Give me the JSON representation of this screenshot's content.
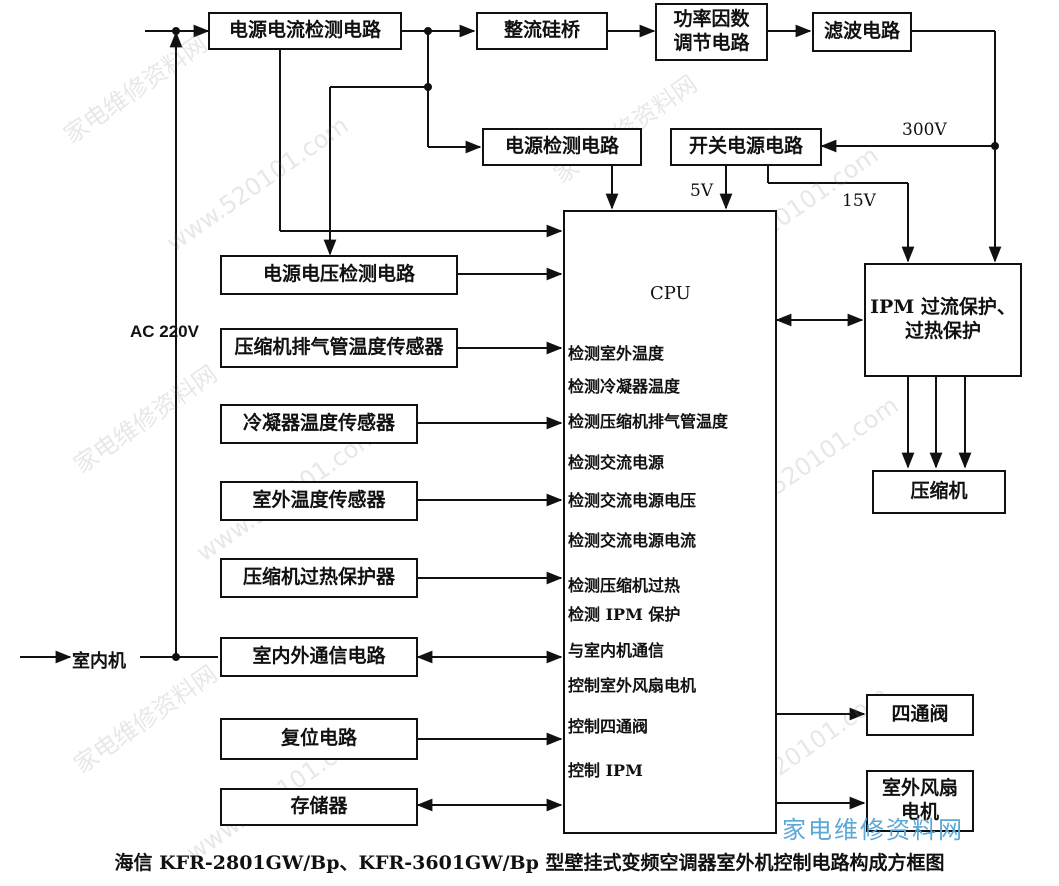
{
  "diagram": {
    "caption": "海信 KFR-2801GW/Bp、KFR-3601GW/Bp 型壁挂式变频空调器室外机控制电路构成方框图",
    "blocks": {
      "current_detect": "电源电流检测电路",
      "rectifier": "整流硅桥",
      "pfc": "功率因数\n调节电路",
      "filter": "滤波电路",
      "power_detect": "电源检测电路",
      "smps": "开关电源电路",
      "voltage_detect": "电源电压检测电路",
      "discharge_sensor": "压缩机排气管温度传感器",
      "condenser_sensor": "冷凝器温度传感器",
      "outdoor_sensor": "室外温度传感器",
      "overheat_protector": "压缩机过热保护器",
      "comm_circuit": "室内外通信电路",
      "reset_circuit": "复位电路",
      "memory": "存储器",
      "ipm": "IPM 过流保护、\n过热保护",
      "compressor": "压缩机",
      "four_way_valve": "四通阀",
      "outdoor_fan": "室外风扇\n电机"
    },
    "cpu": {
      "title": "CPU",
      "functions": [
        "检测室外温度",
        "检测冷凝器温度",
        "检测压缩机排气管温度",
        "检测交流电源",
        "检测交流电源电压",
        "检测交流电源电流",
        "检测压缩机过热",
        "检测 IPM 保护",
        "与室内机通信",
        "控制室外风扇电机",
        "控制四通阀",
        "控制 IPM"
      ]
    },
    "labels": {
      "ac": "AC 220V",
      "v300": "300V",
      "v5": "5V",
      "v15": "15V",
      "indoor": "室内机"
    },
    "watermarks": {
      "site_cn": "家电维修资料网",
      "site_url": "www.520101.com",
      "logo_text": "家电维修资料网"
    }
  }
}
